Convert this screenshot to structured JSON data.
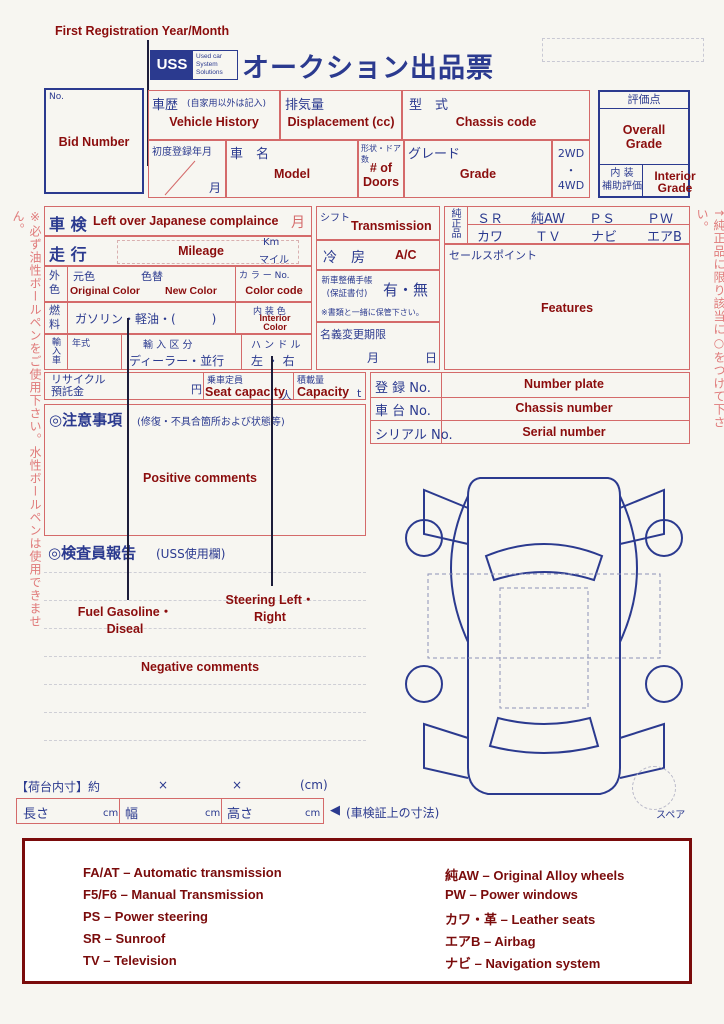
{
  "header": {
    "first_reg_caption": "First Registration Year/Month",
    "logo": "USS",
    "logo_sub": "Used car System Solutions",
    "title": "オークション出品票"
  },
  "bid": {
    "no_label": "No.",
    "caption": "Bid Number"
  },
  "row1": {
    "history_jp": "車歴",
    "history_jp_sub": "(自家用以外は記入)",
    "history_en": "Vehicle History",
    "disp_jp": "排気量",
    "disp_en": "Displacement (cc)",
    "model_type_jp": "型　式",
    "chassis_code_en": "Chassis code"
  },
  "grade_box": {
    "label_jp": "評価点",
    "overall_en": "Overall Grade"
  },
  "row2": {
    "first_reg_jp": "初度登録年月",
    "month_jp": "月",
    "car_name_jp": "車　名",
    "model_en": "Model",
    "doors_jp": "形状・ドア数",
    "doors_en": "# of Doors",
    "grade_jp": "グレード",
    "grade_en": "Grade",
    "wd2": "2WD",
    "dot": "・",
    "wd4": "4WD",
    "interior_jp_1": "内 装",
    "interior_jp_2": "補助評価",
    "interior_en": "Interior Grade"
  },
  "section3": {
    "shaken_jp": "車 検",
    "shaken_en": "Left over Japanese complaince",
    "month_jp": "月",
    "mileage_jp": "走 行",
    "mileage_en": "Mileage",
    "km": "Km",
    "mile": "マイル",
    "outer_color_jp_1": "外",
    "outer_color_jp_2": "色",
    "orig_color_jp": "元色",
    "repaint_jp": "色替",
    "orig_color_en": "Original Color",
    "new_color_en": "New Color",
    "color_no_jp": "カ ラ ー No.",
    "color_code_en": "Color code",
    "fuel_jp_1": "燃",
    "fuel_jp_2": "料",
    "fuel_options_jp": "ガソリン・軽油・(　　　)",
    "interior_color_jp": "内 装 色",
    "interior_color_en": "Interior Color",
    "import_jp": "輸入車",
    "year_jp": "年式",
    "import_class_jp": "輸 入 区 分",
    "dealer_jp": "ディーラー・並行",
    "handle_jp": "ハ ン ド ル",
    "handle_lr_jp": "左 ・ 右"
  },
  "right_block": {
    "shift_jp": "シフト",
    "transmission_en": "Transmission",
    "ac_jp": "冷　房",
    "ac_en": "A/C",
    "maint_jp": "新車整備手帳 (保証書付)",
    "yes_no_jp": "有・無",
    "maint_note_jp": "※書類と一緒に保管下さい。",
    "name_change_jp": "名義変更期限",
    "month_jp": "月",
    "day_jp": "日",
    "genuine_jp": "純正品",
    "equipment": [
      "ＳＲ",
      "純AW",
      "ＰＳ",
      "ＰＷ",
      "カワ",
      "ＴＶ",
      "ナビ",
      "エアB"
    ],
    "sales_point_jp": "セールスポイント",
    "features_en": "Features"
  },
  "recycle": {
    "recycle_jp": "リサイクル 預託金",
    "yen_jp": "円",
    "capacity_jp": "乗車定員",
    "seat_capacity_en": "Seat capacity",
    "person_jp": "人",
    "load_jp": "積載量",
    "capacity_en": "Capacity",
    "ton": "t"
  },
  "registration": {
    "plate_jp": "登 録 No.",
    "plate_en": "Number plate",
    "chassis_jp": "車 台 No.",
    "chassis_en": "Chassis number",
    "serial_jp": "シリアル No.",
    "serial_en": "Serial number"
  },
  "notes": {
    "title_jp": "◎注意事項",
    "title_sub_jp": "(修復・不具合箇所および状態等)",
    "positive_en": "Positive comments",
    "inspector_jp": "◎検査員報告",
    "inspector_sub_jp": "(USS使用欄)",
    "fuel_en": "Fuel Gasoline・Diseal",
    "steering_en": "Steering Left・Right",
    "negative_en": "Negative comments"
  },
  "cargo": {
    "label_jp": "【荷台内寸】約",
    "x1": "×",
    "x2": "×",
    "unit": "(cm)",
    "length_jp": "長さ",
    "width_jp": "幅",
    "height_jp": "高さ",
    "cm": "cm",
    "note_jp": "(車検証上の寸法)",
    "spare_jp": "スペア"
  },
  "side_notes": {
    "left": "※必ず油性ボールペンをご使用下さい。水性ボールペンは使用できません。",
    "right": "↑純正品に限り該当に○をつけて下さい。"
  },
  "legend": {
    "left": [
      "FA/AT – Automatic transmission",
      "F5/F6 – Manual Transmission",
      "PS – Power steering",
      "SR – Sunroof",
      "TV – Television"
    ],
    "right": [
      "純AW – Original Alloy wheels",
      "PW – Power windows",
      "カワ・革 – Leather seats",
      "エアB – Airbag",
      "ナビ – Navigation system"
    ]
  },
  "colors": {
    "form_red": "#d46a6a",
    "form_blue": "#2b3a8f",
    "annotation": "#8b0d0d"
  }
}
